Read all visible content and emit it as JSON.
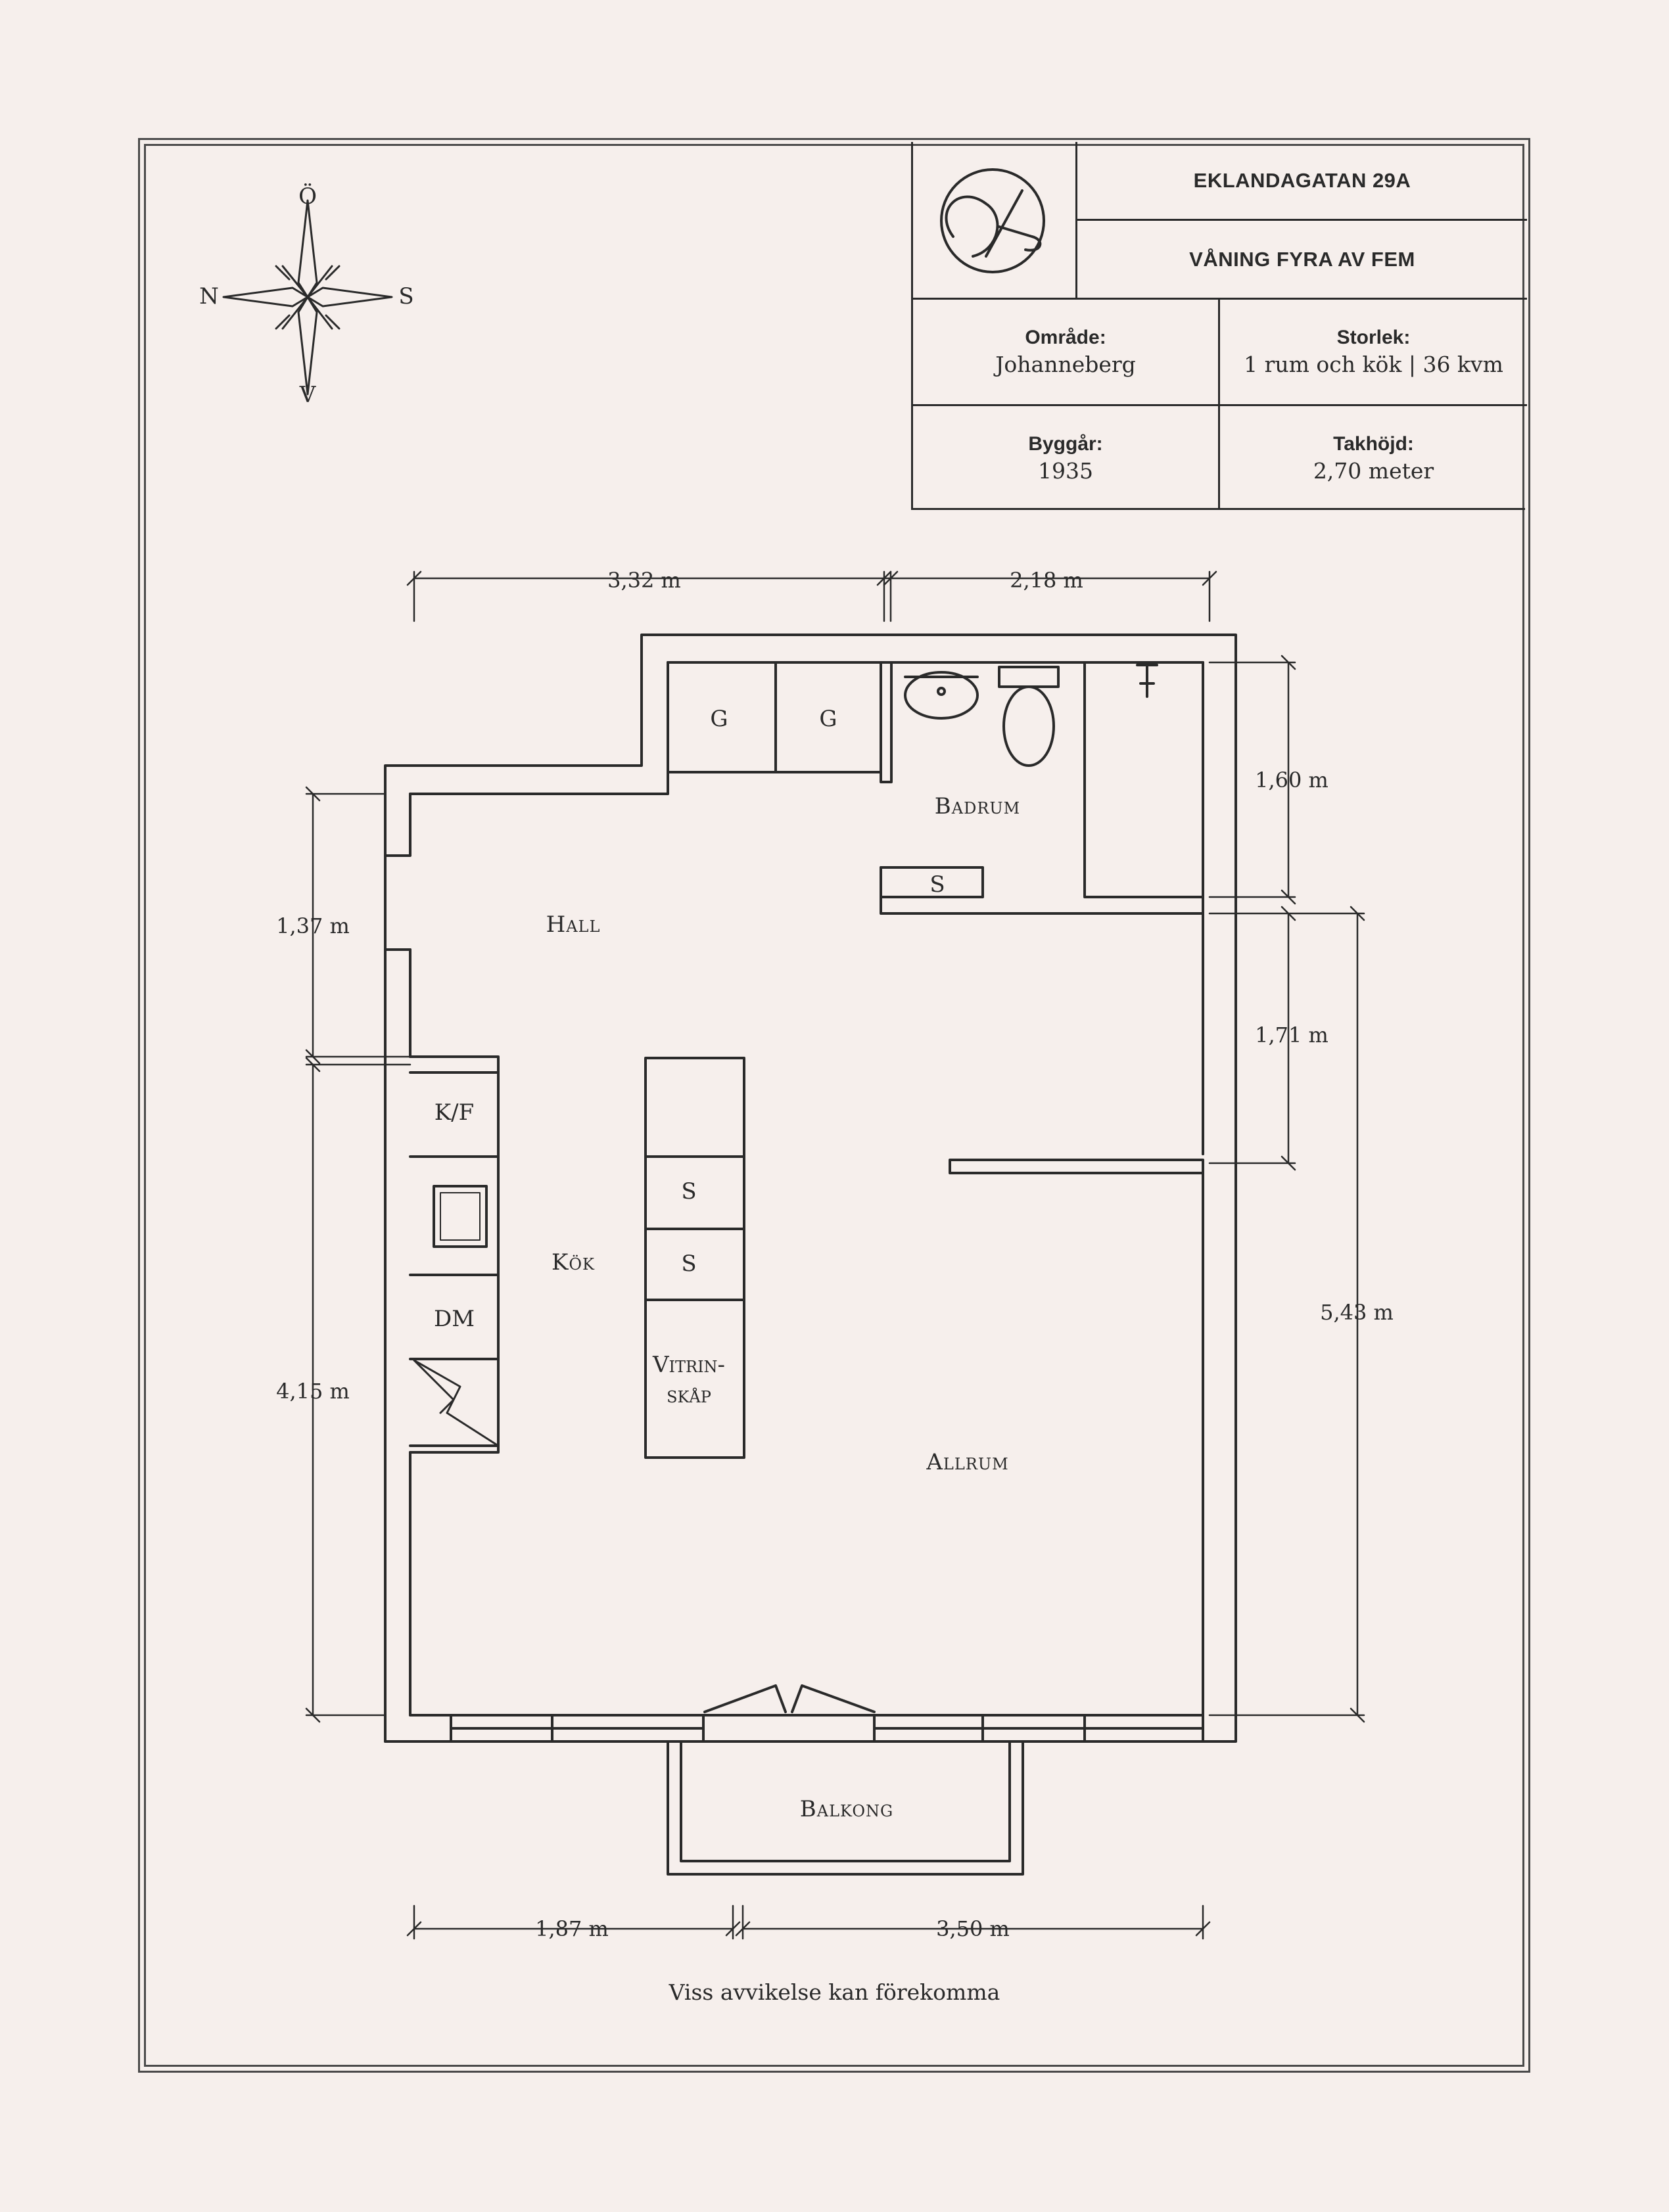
{
  "header": {
    "street": "EKLANDAGATAN 29A",
    "floor": "VÅNING FYRA AV FEM",
    "logo_icon": "script-a-monogram-icon"
  },
  "facts": [
    {
      "label": "Område:",
      "value": "Johanneberg"
    },
    {
      "label": "Storlek:",
      "value": "1 rum och kök | 36 kvm"
    },
    {
      "label": "Byggår:",
      "value": "1935"
    },
    {
      "label": "Takhöjd:",
      "value": "2,70 meter"
    }
  ],
  "compass": {
    "north_up": "Ö",
    "left": "N",
    "right": "S",
    "down": "V"
  },
  "rooms": {
    "hall": "Hall",
    "badrum": "Badrum",
    "kok": "Kök",
    "allrum": "Allrum",
    "balkong": "Balkong"
  },
  "fixtures": {
    "g1": "G",
    "g2": "G",
    "s_bath": "S",
    "kf": "K/F",
    "dm": "DM",
    "s1": "S",
    "s2": "S",
    "vitrin_1": "Vitrin-",
    "vitrin_2": "skåp"
  },
  "dimensions": {
    "top_left": "3,32 m",
    "top_right": "2,18 m",
    "right_1": "1,60 m",
    "right_2": "1,71 m",
    "right_3": "5,43 m",
    "left_1": "1,37 m",
    "left_2": "4,15 m",
    "bottom_left": "1,87 m",
    "bottom_right": "3,50 m"
  },
  "disclaimer": "Viss avvikelse kan förekomma",
  "colors": {
    "background": "#f6efec",
    "ink": "#2a2a2a"
  }
}
